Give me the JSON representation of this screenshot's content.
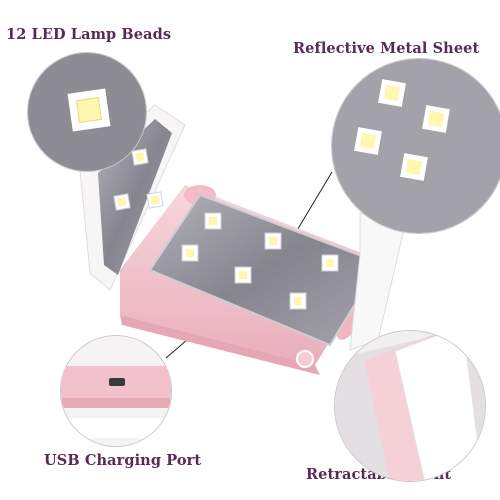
{
  "labels": {
    "led_beads": "12 LED Lamp Beads",
    "metal_sheet": "Reflective Metal Sheet",
    "usb_port": "USB Charging Port",
    "stent": "Retractable Stent"
  },
  "colors": {
    "label_text": "#5a2a57",
    "body_pink": "#f4c8cf",
    "body_pink_dark": "#e8a9b6",
    "reflector_metal": "#8e8c96",
    "frame_white": "#fafafa",
    "led_yellow": "#fff6b0"
  }
}
